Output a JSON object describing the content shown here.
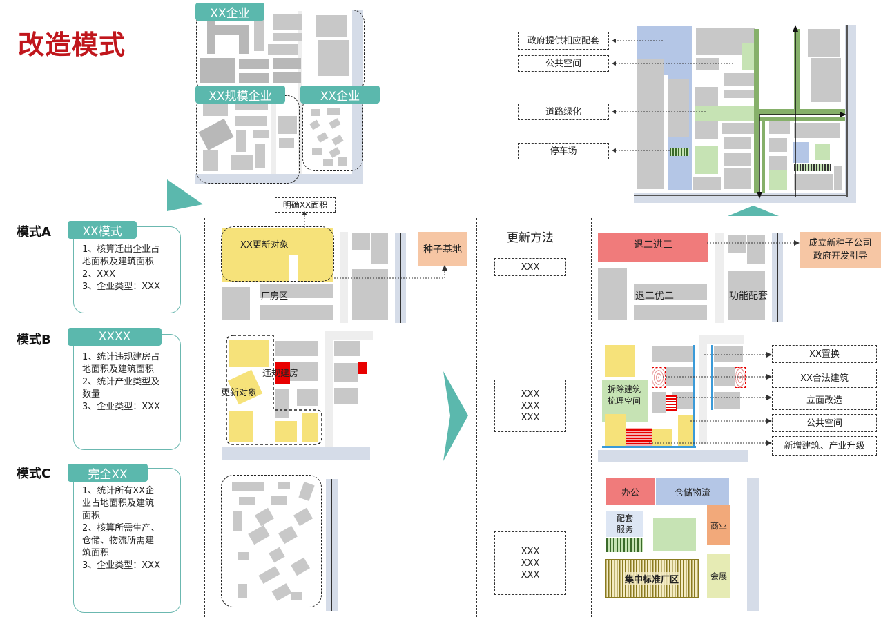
{
  "title": "改造模式",
  "top_labels": {
    "enterprise_1": "XX企业",
    "scale_enterprise": "XX规模企业",
    "enterprise_2": "XX企业"
  },
  "modes": [
    {
      "name": "模式A",
      "tag": "XX模式",
      "desc": "1、核算迁出企业占\n地面积及建筑面积\n2、XXX\n3、企业类型：XXX"
    },
    {
      "name": "模式B",
      "tag": "XXXX",
      "desc": "1、统计违规建房占\n地面积及建筑面积\n2、统计产业类型及\n数量\n3、企业类型：XXX"
    },
    {
      "name": "模式C",
      "tag": "完全XX",
      "desc": "1、统计所有XX企\n业占地面积及建筑\n面积\n2、核算所需生产、\n仓储、物流所需建\n筑面积\n3、企业类型：XXX"
    }
  ],
  "plan_a": {
    "clarify": "明确XX面积",
    "renew_target": "XX更新对象",
    "factory": "厂房区",
    "seed_base": "种子基地"
  },
  "plan_b": {
    "illegal": "违规建房",
    "renew_target": "更新对象"
  },
  "method": {
    "heading": "更新方法",
    "a": "XXX",
    "b": "XXX\nXXX\nXXX",
    "c": "XXX\nXXX\nXXX"
  },
  "right_top_labels": [
    "政府提供相应配套",
    "公共空间",
    "道路绿化",
    "停车场"
  ],
  "result_a": {
    "retreat_advance": "退二进三",
    "retreat_optimize": "退二优二",
    "function": "功能配套",
    "new_company": "成立新种子公司\n政府开发引导"
  },
  "result_b": {
    "demolish": "拆除建筑\n梳理空间",
    "labels": [
      "XX置换",
      "XX合法建筑",
      "立面改造",
      "公共空间",
      "新增建筑、产业升级"
    ]
  },
  "result_c": {
    "office": "办公",
    "storage": "仓储物流",
    "support": "配套\n服务",
    "commerce": "商业",
    "exhibition": "会展",
    "standard_factory": "集中标准厂区"
  },
  "colors": {
    "teal": "#5bb8ad",
    "title_red": "#c0161c",
    "yellow": "#f6e27a",
    "peach": "#f6c6a4",
    "pink": "#f07b7b",
    "blue": "#b4c6e6",
    "green": "#c6e3b4"
  }
}
